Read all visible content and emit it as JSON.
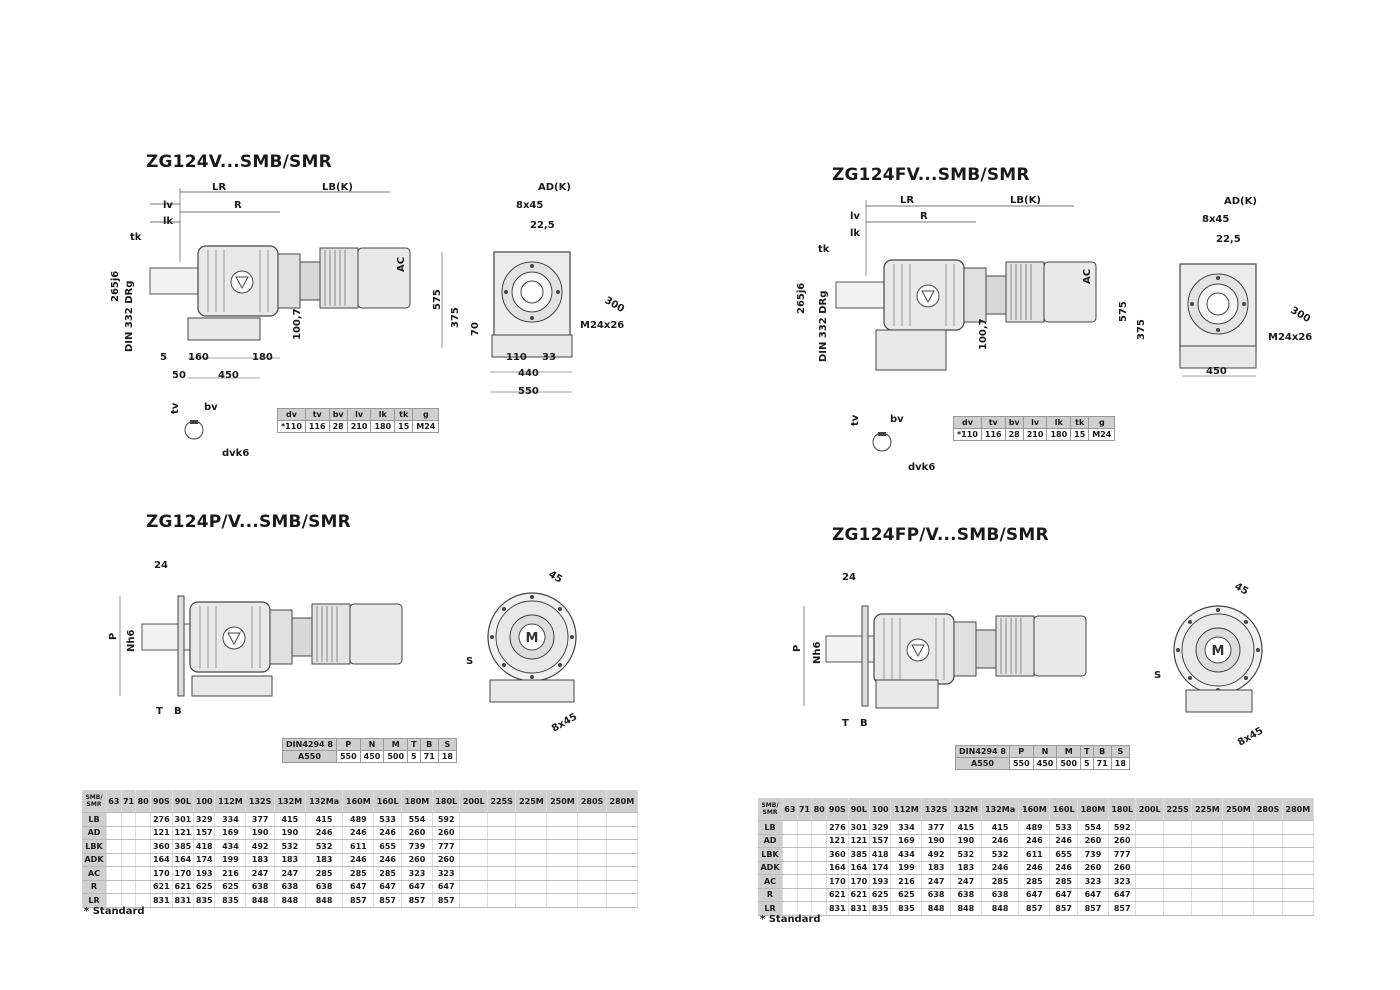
{
  "titles": {
    "q1": "ZG124V...SMB/SMR",
    "q2": "ZG124FV...SMB/SMR",
    "q3": "ZG124P/V...SMB/SMR",
    "q4": "ZG124FP/V...SMB/SMR"
  },
  "dims": {
    "LR": "LR",
    "LBK": "LB(K)",
    "lv": "lv",
    "R": "R",
    "lk": "lk",
    "tk": "tk",
    "d265": "265j6",
    "din": "DIN 332 DRg",
    "d1007": "100,7",
    "d5": "5",
    "d160": "160",
    "d180": "180",
    "d50": "50",
    "d450": "450",
    "d575": "575",
    "d375": "375",
    "d70": "70",
    "d110": "110",
    "d33": "33",
    "d440": "440",
    "d550": "550",
    "ADK": "AD(K)",
    "d8x45": "8x45",
    "d225": "22,5",
    "AC": "AC",
    "d300": "300",
    "M24": "M24x26",
    "tv": "tv",
    "bv": "bv",
    "dvk6": "dvk6",
    "d24": "24",
    "P": "P",
    "Nh6": "Nh6",
    "T": "T",
    "B": "B",
    "d45": "45",
    "S": "S"
  },
  "shaft_table": {
    "headers": [
      "dv",
      "tv",
      "bv",
      "lv",
      "lk",
      "tk",
      "g"
    ],
    "values": [
      "*110",
      "116",
      "28",
      "210",
      "180",
      "15",
      "M24"
    ]
  },
  "flange_table": {
    "headers": [
      "DIN4294 8",
      "P",
      "N",
      "M",
      "T",
      "B",
      "S"
    ],
    "values": [
      "A550",
      "550",
      "450",
      "500",
      "5",
      "71",
      "18"
    ]
  },
  "motor_table": {
    "corner_top": "SMB/",
    "corner_bottom": "SMR",
    "columns": [
      "63",
      "71",
      "80",
      "90S",
      "90L",
      "100",
      "112M",
      "132S",
      "132M",
      "132Ma",
      "160M",
      "160L",
      "180M",
      "180L",
      "200L",
      "225S",
      "225M",
      "250M",
      "280S",
      "280M"
    ],
    "rows": [
      {
        "label": "LB",
        "values": [
          "",
          "",
          "",
          "276",
          "301",
          "329",
          "334",
          "377",
          "415",
          "415",
          "489",
          "533",
          "554",
          "592",
          "",
          "",
          "",
          "",
          "",
          ""
        ]
      },
      {
        "label": "AD",
        "values": [
          "",
          "",
          "",
          "121",
          "121",
          "157",
          "169",
          "190",
          "190",
          "246",
          "246",
          "246",
          "260",
          "260",
          "",
          "",
          "",
          "",
          "",
          ""
        ]
      },
      {
        "label": "LBK",
        "values": [
          "",
          "",
          "",
          "360",
          "385",
          "418",
          "434",
          "492",
          "532",
          "532",
          "611",
          "655",
          "739",
          "777",
          "",
          "",
          "",
          "",
          "",
          ""
        ]
      },
      {
        "label": "ADK",
        "values": [
          "",
          "",
          "",
          "164",
          "164",
          "174",
          "199",
          "183",
          "183",
          "183",
          "246",
          "246",
          "260",
          "260",
          "",
          "",
          "",
          "",
          "",
          ""
        ]
      },
      {
        "label": "AC",
        "values": [
          "",
          "",
          "",
          "170",
          "170",
          "193",
          "216",
          "247",
          "247",
          "285",
          "285",
          "285",
          "323",
          "323",
          "",
          "",
          "",
          "",
          "",
          ""
        ]
      },
      {
        "label": "R",
        "values": [
          "",
          "",
          "",
          "621",
          "621",
          "625",
          "625",
          "638",
          "638",
          "638",
          "647",
          "647",
          "647",
          "647",
          "",
          "",
          "",
          "",
          "",
          ""
        ]
      },
      {
        "label": "LR",
        "values": [
          "",
          "",
          "",
          "831",
          "831",
          "835",
          "835",
          "848",
          "848",
          "848",
          "857",
          "857",
          "857",
          "857",
          "",
          "",
          "",
          "",
          "",
          ""
        ]
      }
    ],
    "rows_q4": [
      {
        "label": "LB",
        "values": [
          "",
          "",
          "",
          "276",
          "301",
          "329",
          "334",
          "377",
          "415",
          "415",
          "489",
          "533",
          "554",
          "592",
          "",
          "",
          "",
          "",
          "",
          ""
        ]
      },
      {
        "label": "AD",
        "values": [
          "",
          "",
          "",
          "121",
          "121",
          "157",
          "169",
          "190",
          "190",
          "246",
          "246",
          "246",
          "260",
          "260",
          "",
          "",
          "",
          "",
          "",
          ""
        ]
      },
      {
        "label": "LBK",
        "values": [
          "",
          "",
          "",
          "360",
          "385",
          "418",
          "434",
          "492",
          "532",
          "532",
          "611",
          "655",
          "739",
          "777",
          "",
          "",
          "",
          "",
          "",
          ""
        ]
      },
      {
        "label": "ADK",
        "values": [
          "",
          "",
          "",
          "164",
          "164",
          "174",
          "199",
          "183",
          "183",
          "246",
          "246",
          "246",
          "260",
          "260",
          "",
          "",
          "",
          "",
          "",
          ""
        ]
      },
      {
        "label": "AC",
        "values": [
          "",
          "",
          "",
          "170",
          "170",
          "193",
          "216",
          "247",
          "247",
          "285",
          "285",
          "285",
          "323",
          "323",
          "",
          "",
          "",
          "",
          "",
          ""
        ]
      },
      {
        "label": "R",
        "values": [
          "",
          "",
          "",
          "621",
          "621",
          "625",
          "625",
          "638",
          "638",
          "638",
          "647",
          "647",
          "647",
          "647",
          "",
          "",
          "",
          "",
          "",
          ""
        ]
      },
      {
        "label": "LR",
        "values": [
          "",
          "",
          "",
          "831",
          "831",
          "835",
          "835",
          "848",
          "848",
          "848",
          "857",
          "857",
          "857",
          "857",
          "",
          "",
          "",
          "",
          "",
          ""
        ]
      }
    ]
  },
  "note": "* Standard"
}
